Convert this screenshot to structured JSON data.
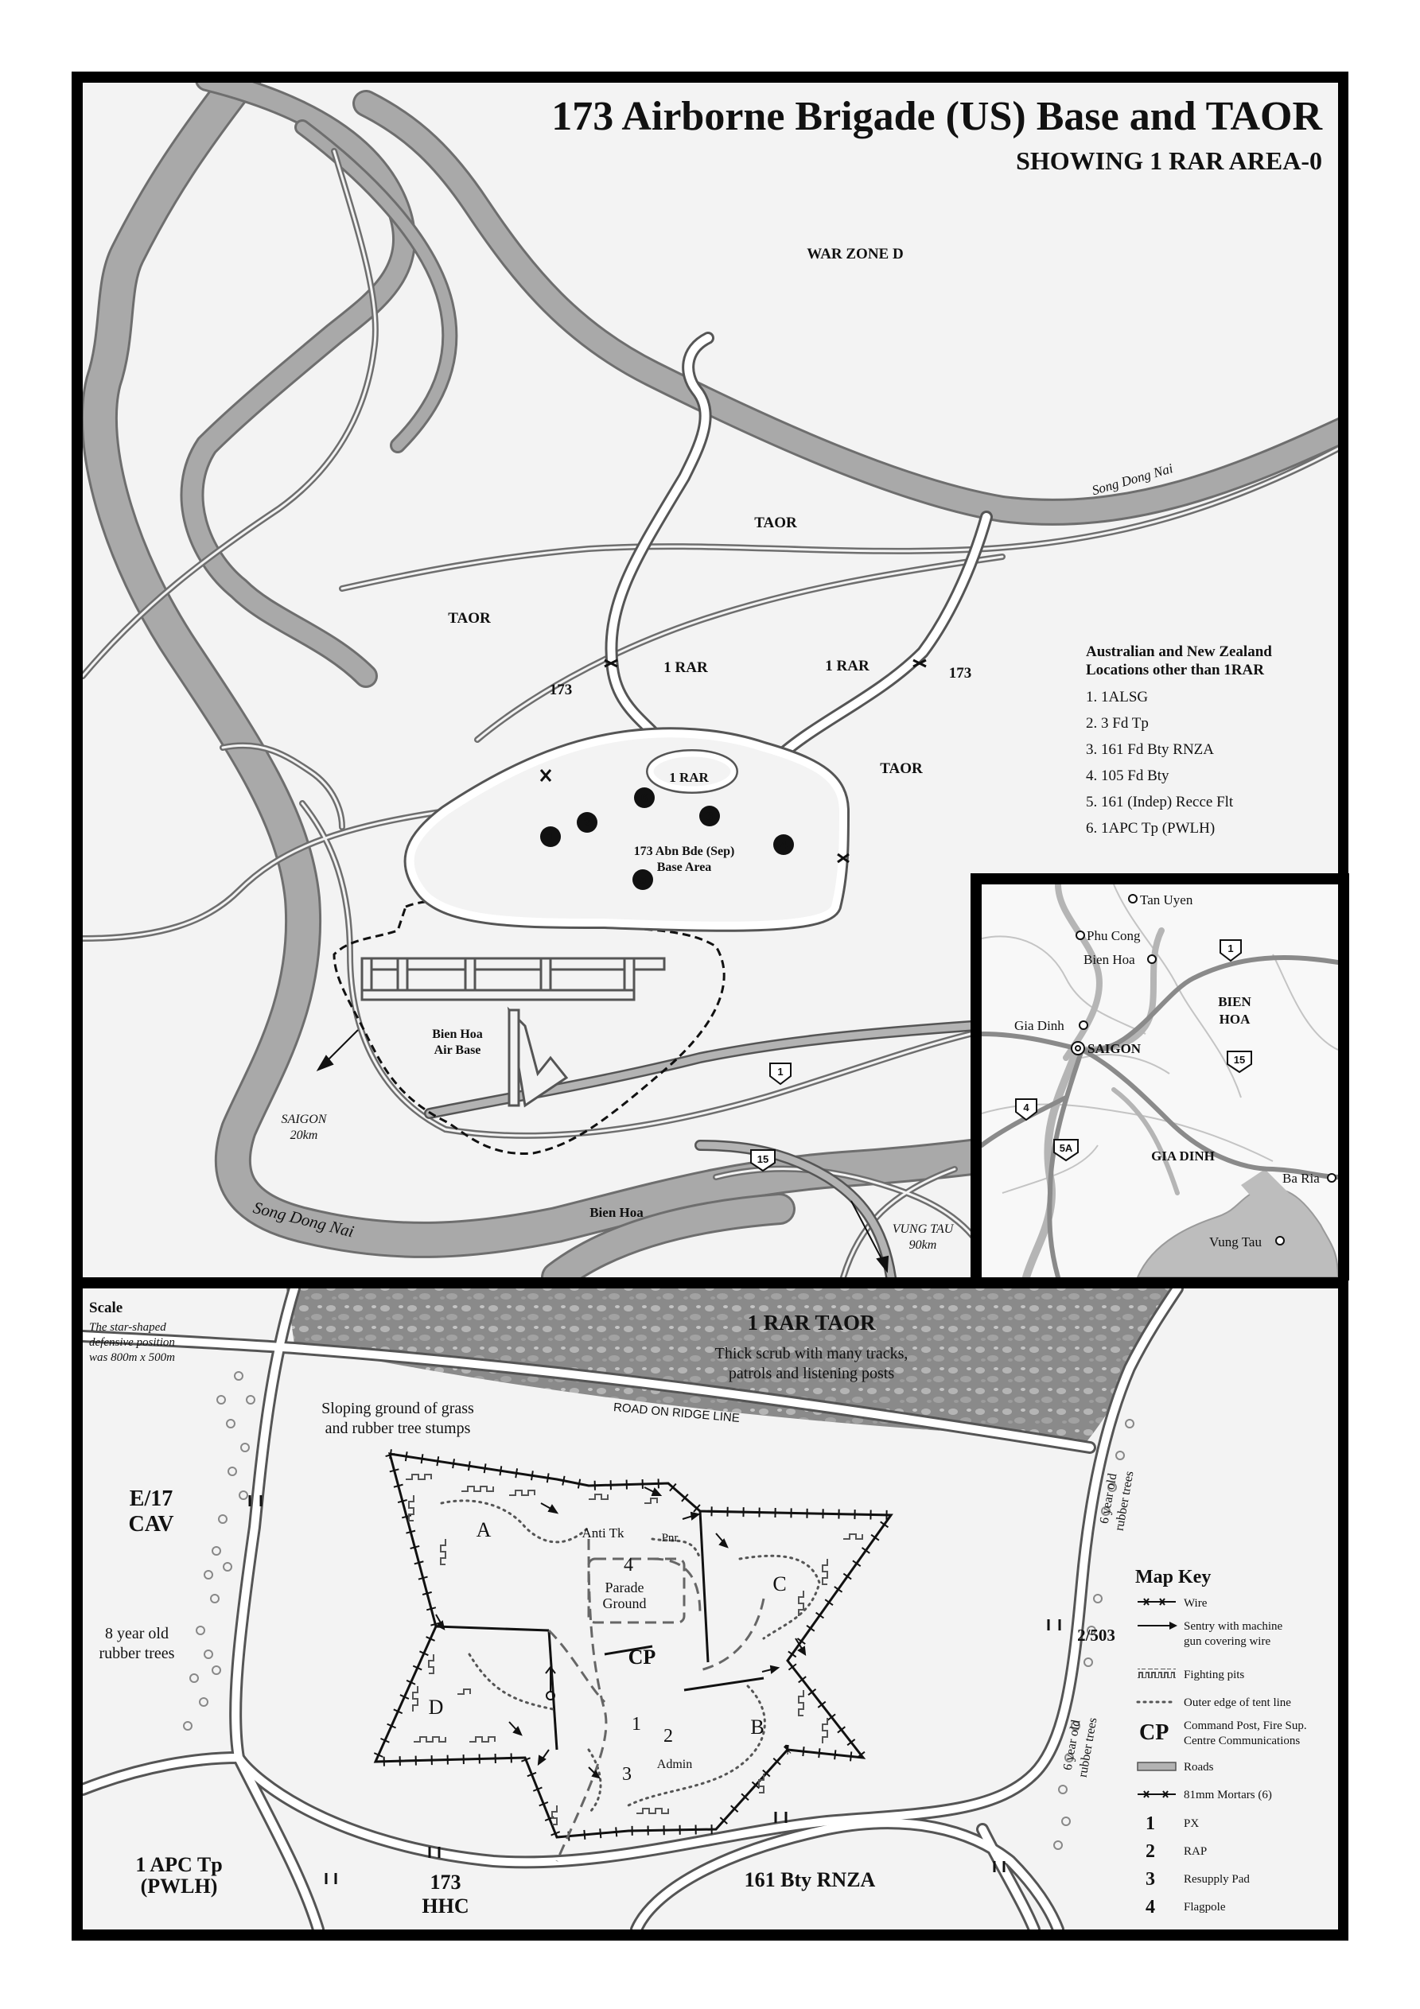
{
  "top_map": {
    "title": "173 Airborne Brigade (US) Base and TAOR",
    "subtitle": "SHOWING 1 RAR AREA-0",
    "labels": {
      "war_zone_d": "WAR ZONE D",
      "taor_1": "TAOR",
      "taor_2": "TAOR",
      "taor_3": "TAOR",
      "unit_173_left": "173",
      "unit_173_right": "173",
      "one_rar_left": "1 RAR",
      "one_rar_right": "1 RAR",
      "one_rar_center": "1 RAR",
      "base_line1": "173 Abn Bde (Sep)",
      "base_line2": "Base Area",
      "air_base_line1": "Bien Hoa",
      "air_base_line2": "Air Base",
      "saigon_line1": "SAIGON",
      "saigon_line2": "20km",
      "vung_tau_line1": "VUNG TAU",
      "vung_tau_line2": "90km",
      "bien_hoa_town": "Bien Hoa",
      "river_song_dong_nai_upper": "Song Dong Nai",
      "river_song_dong_nai_lower": "Song Dong Nai",
      "route_1": "1",
      "route_15": "15"
    },
    "markers": [
      "1",
      "2",
      "3",
      "4",
      "5",
      "6"
    ],
    "legend": {
      "heading_line1": "Australian and New Zealand",
      "heading_line2": "Locations other than 1RAR",
      "items": [
        "1. 1ALSG",
        "2. 3 Fd Tp",
        "3. 161 Fd Bty RNZA",
        "4. 105 Fd Bty",
        "5. 161 (Indep) Recce Flt",
        "6. 1APC Tp (PWLH)"
      ]
    }
  },
  "inset_map": {
    "places": {
      "tan_uyen": "Tan Uyen",
      "phu_cong": "Phu Cong",
      "bien_hoa": "Bien Hoa",
      "gia_dinh": "Gia Dinh",
      "saigon": "SAIGON",
      "ba_ria": "Ba Ria",
      "vung_tau": "Vung Tau"
    },
    "provinces": {
      "bien_hoa_line1": "BIEN",
      "bien_hoa_line2": "HOA",
      "gia_dinh": "GIA DINH"
    },
    "routes": [
      "1",
      "15",
      "4",
      "5A"
    ]
  },
  "bottom_map": {
    "taor_title": "1 RAR TAOR",
    "taor_desc_line1": "Thick scrub with many tracks,",
    "taor_desc_line2": "patrols and listening posts",
    "road_label": "ROAD ON RIDGE LINE",
    "scale_title": "Scale",
    "scale_line1": "The star-shaped",
    "scale_line2": "defensive position",
    "scale_line3": "was 800m x 500m",
    "sloping_line1": "Sloping ground of grass",
    "sloping_line2": "and rubber tree stumps",
    "e17_line1": "E/17",
    "e17_line2": "CAV",
    "rubber8_line1": "8 year old",
    "rubber8_line2": "rubber trees",
    "rubber6_upper_line1": "6 year old",
    "rubber6_upper_line2": "rubber trees",
    "rubber6_lower_line1": "6 year old",
    "rubber6_lower_line2": "rubber trees",
    "unit_2_503": "2/503",
    "apc_line1": "1 APC Tp",
    "apc_line2": "(PWLH)",
    "hhc_line1": "173",
    "hhc_line2": "HHC",
    "rnza": "161 Bty RNZA",
    "companies": {
      "a": "A",
      "b": "B",
      "c": "C",
      "d": "D"
    },
    "anti_tk": "Anti Tk",
    "pnr": "Pnr",
    "parade_num": "4",
    "parade_line1": "Parade",
    "parade_line2": "Ground",
    "cp": "CP",
    "num_1": "1",
    "num_2": "2",
    "num_3": "3",
    "admin": "Admin",
    "key": {
      "title": "Map Key",
      "wire": "Wire",
      "sentry_line1": "Sentry with machine",
      "sentry_line2": "gun covering wire",
      "pits": "Fighting pits",
      "tent": "Outer edge of tent line",
      "cp_symbol": "CP",
      "cp_line1": "Command Post, Fire Sup.",
      "cp_line2": "Centre Communications",
      "roads": "Roads",
      "mortars": "81mm Mortars (6)",
      "n1": "1",
      "px": "PX",
      "n2": "2",
      "rap": "RAP",
      "n3": "3",
      "resupply": "Resupply Pad",
      "n4": "4",
      "flagpole": "Flagpole"
    }
  },
  "colors": {
    "river": "#a9a9a9",
    "river_edge": "#6e6e6e",
    "road_edge": "#555555",
    "land": "#f3f3f3",
    "frame": "#000000",
    "scrub": "#8e8e8e"
  }
}
